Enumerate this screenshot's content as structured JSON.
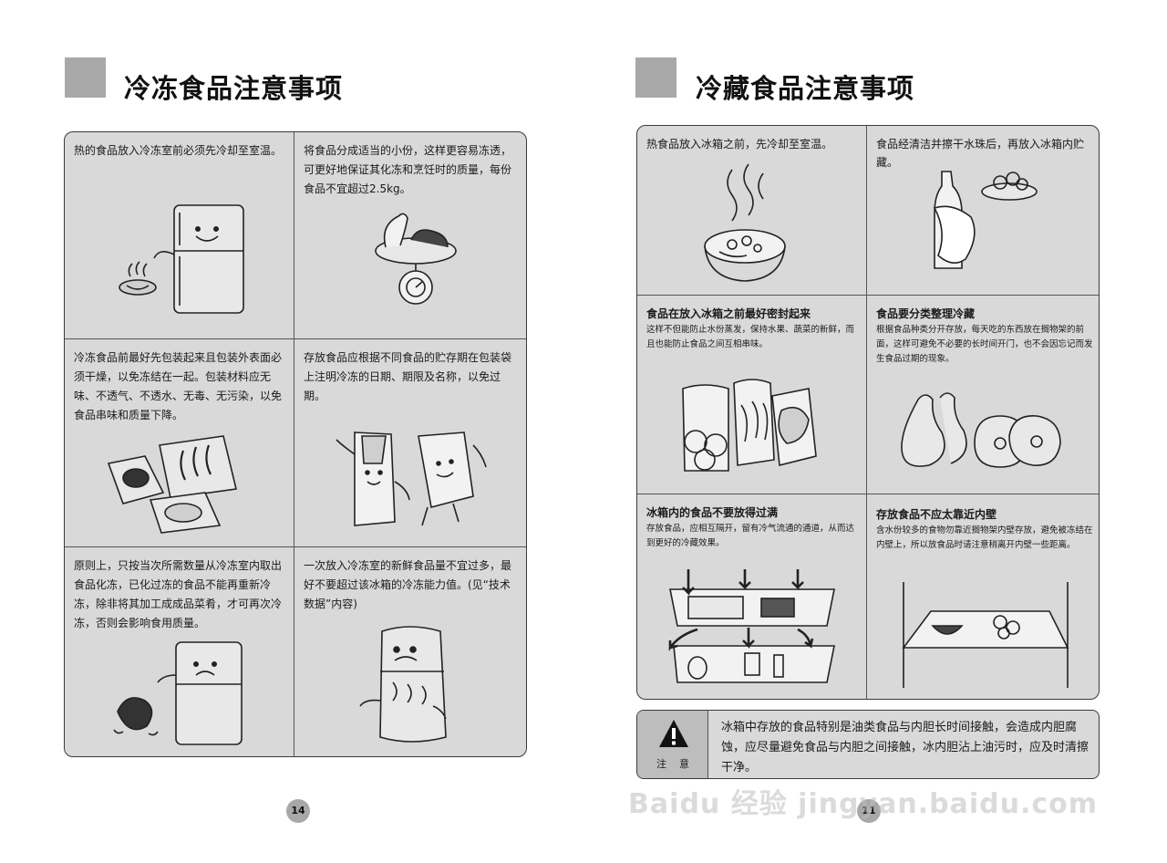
{
  "left_page": {
    "title": "冷冻食品注意事项",
    "page_number": "14",
    "cells": [
      {
        "text": "热的食品放入冷冻室前必须先冷却至室温。"
      },
      {
        "text": "将食品分成适当的小份，这样更容易冻透，可更好地保证其化冻和烹饪时的质量，每份食品不宜超过2.5kg。"
      },
      {
        "text": "冷冻食品前最好先包装起来且包装外表面必须干燥，以免冻结在一起。包装材料应无味、不透气、不透水、无毒、无污染，以免食品串味和质量下降。"
      },
      {
        "text": "存放食品应根据不同食品的贮存期在包装袋上注明冷冻的日期、期限及名称，以免过期。"
      },
      {
        "text": "原则上，只按当次所需数量从冷冻室内取出食品化冻，已化过冻的食品不能再重新冷冻，除非将其加工成成品菜肴，才可再次冷冻，否则会影响食用质量。"
      },
      {
        "text": "一次放入冷冻室的新鲜食品量不宜过多，最好不要超过该冰箱的冷冻能力值。(见“技术数据”内容)"
      }
    ]
  },
  "right_page": {
    "title": "冷藏食品注意事项",
    "page_number": "11",
    "cells": [
      {
        "head": "热食品放入冰箱之前，先冷却至室温。",
        "sub": ""
      },
      {
        "head": "食品经清洁并擦干水珠后，再放入冰箱内贮藏。",
        "sub": ""
      },
      {
        "head": "食品在放入冰箱之前最好密封起来",
        "sub": "这样不但能防止水份蒸发，保持水果、蔬菜的新鲜，而且也能防止食品之间互相串味。"
      },
      {
        "head": "食品要分类整理冷藏",
        "sub": "根据食品种类分开存放，每天吃的东西放在搁物架的前面，这样可避免不必要的长时间开门，也不会因忘记而发生食品过期的现象。"
      },
      {
        "head": "冰箱内的食品不要放得过满",
        "sub": "存放食品，应相互隔开，留有冷气流通的通道，从而达到更好的冷藏效果。"
      },
      {
        "head": "存放食品不应太靠近内壁",
        "sub": "含水份较多的食物勿靠近搁物架内壁存放，避免被冻结在内壁上，所以放食品时请注意稍离开内壁一些距离。"
      }
    ],
    "warning": {
      "label": "注意",
      "text": "冰箱中存放的食品特别是油类食品与内胆长时间接触，会造成内胆腐蚀，应尽量避免食品与内胆之间接触，冰内胆沾上油污时，应及时清擦干净。"
    }
  },
  "watermark": "Baidu 经验  jingyan.baidu.com"
}
